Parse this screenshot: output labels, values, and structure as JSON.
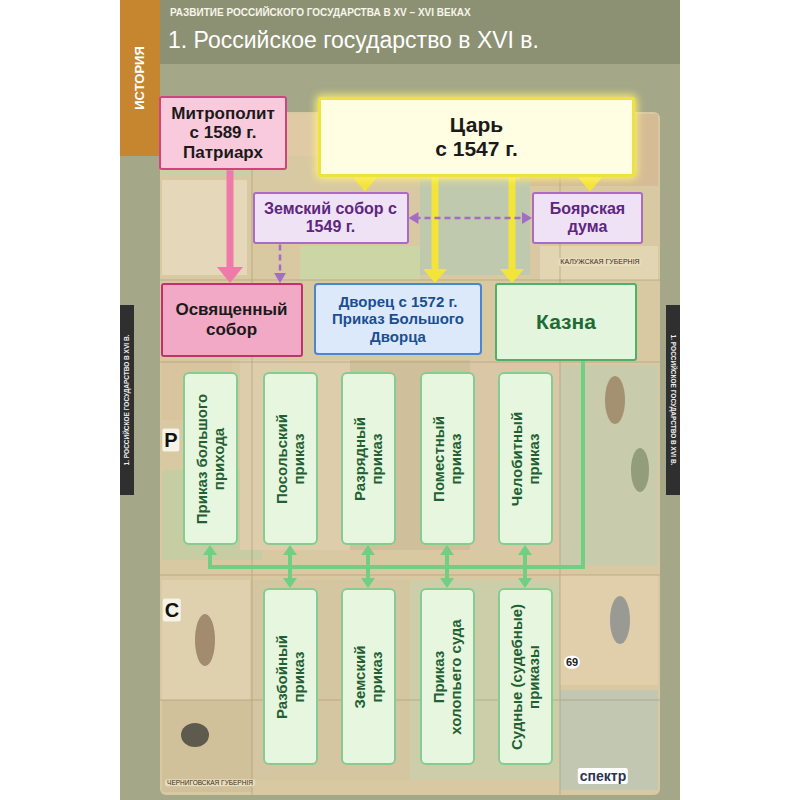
{
  "diagram": {
    "title": "1. Российское государство в XVI в.",
    "nodes": [
      {
        "text": [
          "Митрополит с 1589 г. Патриарх"
        ]
      },
      {
        "text": [
          "Царь",
          "с 1547 г."
        ]
      },
      {
        "text": [
          "Земский собор с 1549 г."
        ]
      },
      {
        "text": [
          "Боярская дума"
        ]
      },
      {
        "text": [
          "Освященный собор"
        ]
      },
      {
        "text": [
          "Дворец с 1572 г. Приказ Большого Дворца"
        ]
      },
      {
        "text": [
          "Казна"
        ]
      },
      {
        "text": [
          "Приказ большого прихода"
        ]
      },
      {
        "text": [
          "Посольский приказ"
        ]
      },
      {
        "text": [
          "Разрядный приказ"
        ]
      },
      {
        "text": [
          "Поместный приказ"
        ]
      },
      {
        "text": [
          "Челобитный приказ"
        ]
      },
      {
        "text": [
          "Разбойный приказ"
        ]
      },
      {
        "text": [
          "Земский приказ"
        ]
      },
      {
        "text": [
          "Приказ холопьего суда"
        ]
      },
      {
        "text": [
          "Судные (судебные) приказы"
        ]
      }
    ],
    "edges": [
      {
        "from": 0,
        "to": 4,
        "arrow": "to"
      },
      {
        "from": 1,
        "to": 2,
        "arrow": "to"
      },
      {
        "from": 1,
        "to": 3,
        "arrow": "to"
      },
      {
        "from": 1,
        "to": 5,
        "arrow": "to"
      },
      {
        "from": 1,
        "to": 6,
        "arrow": "to"
      },
      {
        "from": 2,
        "to": 3,
        "arrow": "both"
      },
      {
        "from": 2,
        "to": 4,
        "arrow": "to"
      },
      {
        "from": 6,
        "to": 7,
        "arrow": "to"
      },
      {
        "from": 6,
        "to": 8,
        "arrow": "to"
      },
      {
        "from": 6,
        "to": 9,
        "arrow": "to"
      },
      {
        "from": 6,
        "to": 10,
        "arrow": "to"
      },
      {
        "from": 6,
        "to": 11,
        "arrow": "to"
      },
      {
        "from": 6,
        "to": 12,
        "arrow": "to"
      },
      {
        "from": 6,
        "to": 13,
        "arrow": "to"
      },
      {
        "from": 6,
        "to": 14,
        "arrow": "to"
      },
      {
        "from": 6,
        "to": 15,
        "arrow": "to"
      }
    ],
    "labels": [
      "РАЗВИТИЕ РОССИЙСКОГО ГОСУДАРСТВА В XV – XVI ВЕКАХ",
      "ИСТОРИЯ",
      "1. РОССИЙСКОЕ ГОСУДАРСТВО В XVI В.",
      "1. РОССИЙСКОЕ ГОСУДАРСТВО В XVI В.",
      "КАЛУЖСКАЯ ГУБЕРНІЯ",
      "Р",
      "С",
      "69",
      "ЧЕРНИГОВСКАЯ ГУБЕРНІЯ",
      "спектр"
    ]
  }
}
